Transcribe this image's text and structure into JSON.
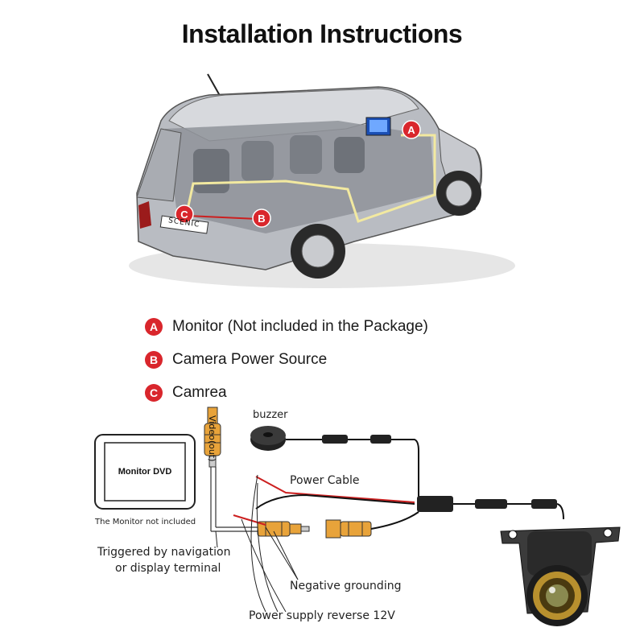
{
  "title": "Installation Instructions",
  "car": {
    "plate": "SCENIC",
    "markers": [
      "A",
      "B",
      "C"
    ]
  },
  "legend": [
    {
      "key": "A",
      "text": "Monitor (Not included in the Package)"
    },
    {
      "key": "B",
      "text": "Camera Power Source"
    },
    {
      "key": "C",
      "text": "Camrea"
    }
  ],
  "wiring": {
    "monitor_label": "Monitor DVD",
    "monitor_note": "The  Monitor not included",
    "video_out": "Video(out)",
    "buzzer": "buzzer",
    "power_cable": "Power Cable",
    "triggered_line1": "Triggered by navigation",
    "triggered_line2": "or display terminal",
    "negative_grounding": "Negative grounding",
    "power_supply": "Power supply reverse 12V"
  },
  "colors": {
    "badge": "#d9262c",
    "wire_red": "#cc1f1f",
    "connector": "#e8a33a"
  }
}
